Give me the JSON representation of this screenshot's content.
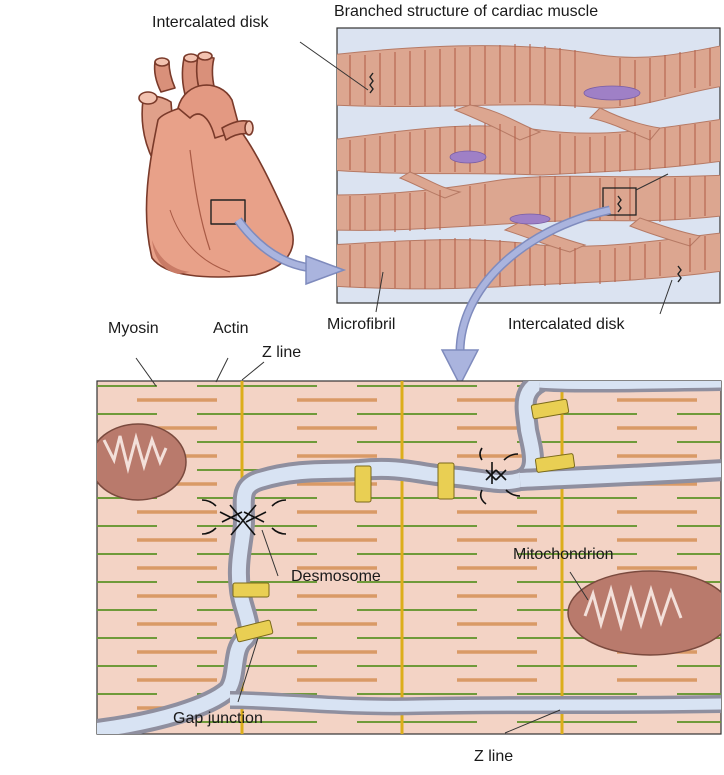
{
  "labels": {
    "intercalated_disk_top": "Intercalated disk",
    "branched_title": "Branched structure of cardiac muscle",
    "myosin": "Myosin",
    "actin": "Actin",
    "z_line_top": "Z line",
    "microfibril": "Microfibril",
    "intercalated_disk_bottom": "Intercalated disk",
    "mitochondrion": "Mitochondrion",
    "desmosome": "Desmosome",
    "gap_junction": "Gap junction",
    "z_line_bottom": "Z line"
  },
  "colors": {
    "heart": "#e8a189",
    "heart_dark": "#7a3a2a",
    "fiber": "#dca690",
    "fiber_bg": "#dbe3f1",
    "striation": "#b5614b",
    "nucleus": "#9f80c6",
    "panel_bg": "#f3d3c5",
    "actin": "#6f9a3a",
    "myosin": "#d99a66",
    "z_line": "#dcae1a",
    "membrane": "#9a9aa8",
    "cleft": "#d8e3f3",
    "mitochondrion": "#b97a6c",
    "arrow": "#a4aed8"
  }
}
